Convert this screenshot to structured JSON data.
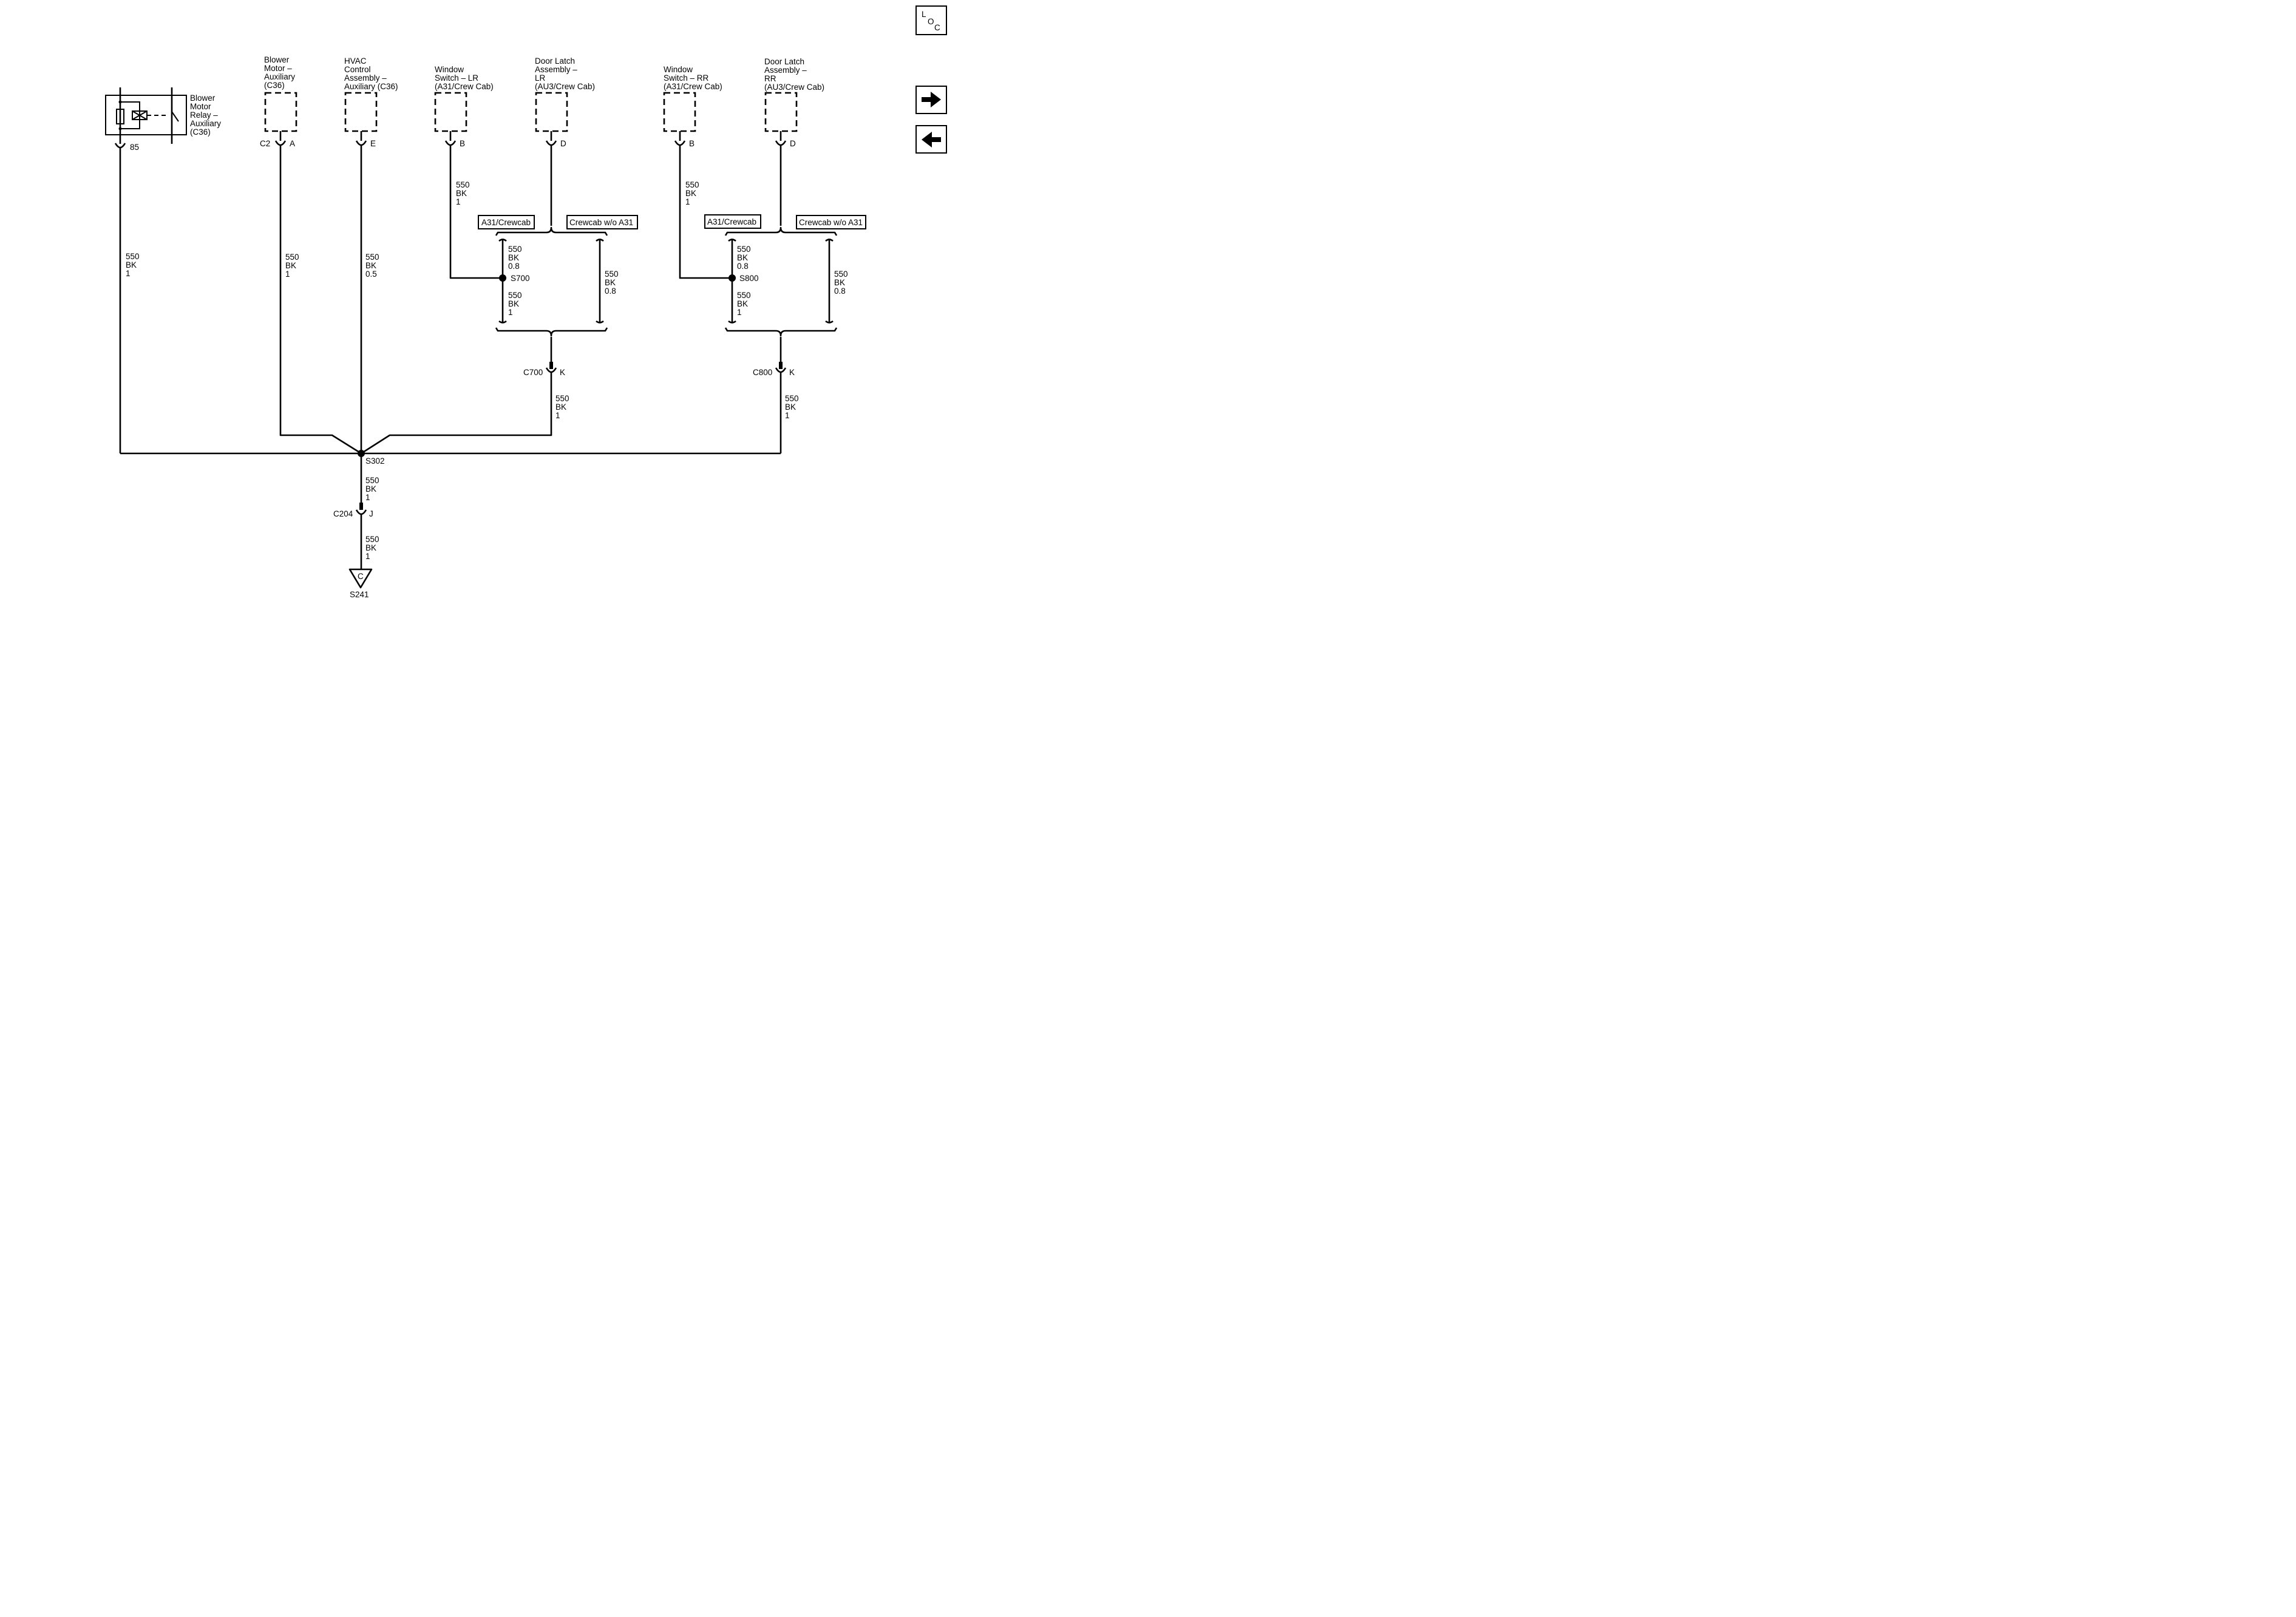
{
  "nav": {
    "loc": [
      "L",
      "O",
      "C"
    ],
    "forward_icon": "arrow-right-icon",
    "back_icon": "arrow-left-icon"
  },
  "components": {
    "relay": {
      "label": [
        "Blower",
        "Motor",
        "Relay –",
        "Auxiliary",
        "(C36)"
      ],
      "pin": "85"
    },
    "blower_aux": {
      "label": [
        "Blower",
        "Motor –",
        "Auxiliary",
        "(C36)"
      ],
      "connector": "C2",
      "pin": "A"
    },
    "hvac": {
      "label": [
        "HVAC",
        "Control",
        "Assembly –",
        "Auxiliary (C36)"
      ],
      "pin": "E"
    },
    "window_lr": {
      "label": [
        "Window",
        "Switch – LR",
        "(A31/Crew Cab)"
      ],
      "pin": "B"
    },
    "door_lr": {
      "label": [
        "Door Latch",
        "Assembly –",
        "LR",
        "(AU3/Crew Cab)"
      ],
      "pin": "D"
    },
    "window_rr": {
      "label": [
        "Window",
        "Switch – RR",
        "(A31/Crew Cab)"
      ],
      "pin": "B"
    },
    "door_rr": {
      "label": [
        "Door Latch",
        "Assembly –",
        "RR",
        "(AU3/Crew Cab)"
      ],
      "pin": "D"
    }
  },
  "options": {
    "lr_a31": "A31/Crewcab",
    "lr_crewcab": "Crewcab w/o A31",
    "rr_a31": "A31/Crewcab",
    "rr_crewcab": "Crewcab w/o A31"
  },
  "wires": {
    "relay": [
      "550",
      "BK",
      "1"
    ],
    "blower_aux": [
      "550",
      "BK",
      "1"
    ],
    "hvac": [
      "550",
      "BK",
      "0.5"
    ],
    "window_lr": [
      "550",
      "BK",
      "1"
    ],
    "lr_upper": [
      "550",
      "BK",
      "0.8"
    ],
    "lr_lower": [
      "550",
      "BK",
      "1"
    ],
    "lr_right": [
      "550",
      "BK",
      "0.8"
    ],
    "c700_out": [
      "550",
      "BK",
      "1"
    ],
    "window_rr": [
      "550",
      "BK",
      "1"
    ],
    "rr_upper": [
      "550",
      "BK",
      "0.8"
    ],
    "rr_lower": [
      "550",
      "BK",
      "1"
    ],
    "rr_right": [
      "550",
      "BK",
      "0.8"
    ],
    "c800_out": [
      "550",
      "BK",
      "1"
    ],
    "s302_out": [
      "550",
      "BK",
      "1"
    ],
    "c204_out": [
      "550",
      "BK",
      "1"
    ]
  },
  "splices": {
    "s700": "S700",
    "s800": "S800",
    "s302": "S302"
  },
  "connectors": {
    "c700": {
      "name": "C700",
      "pin": "K"
    },
    "c800": {
      "name": "C800",
      "pin": "K"
    },
    "c204": {
      "name": "C204",
      "pin": "J"
    }
  },
  "ground": {
    "letter": "C",
    "name": "S241"
  }
}
